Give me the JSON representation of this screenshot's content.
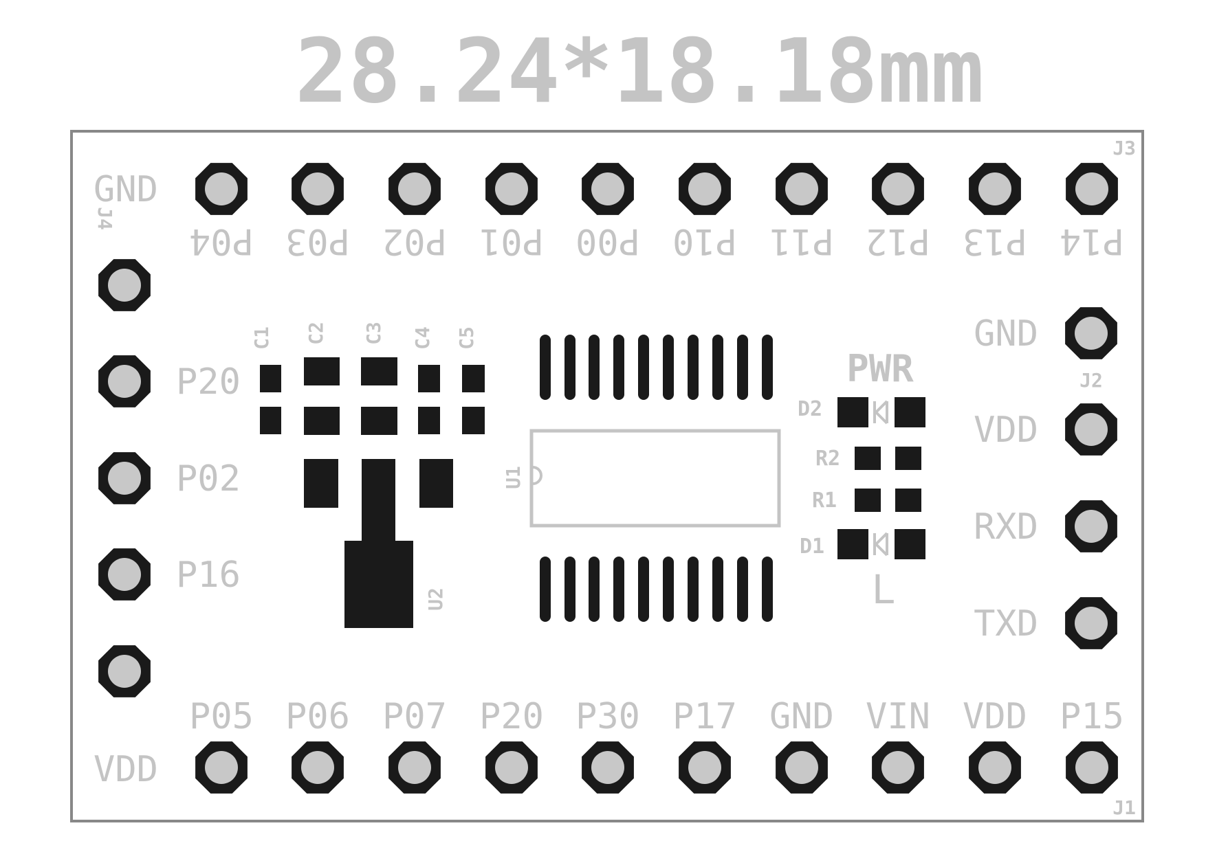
{
  "title": "28.24*18.18mm",
  "connectors": {
    "j1": "J1",
    "j2": "J2",
    "j3": "J3",
    "j4": "J4"
  },
  "top_row": {
    "left_label": "GND",
    "pins": [
      "P04",
      "P03",
      "P02",
      "P01",
      "P00",
      "P10",
      "P11",
      "P12",
      "P13",
      "P14"
    ]
  },
  "bottom_row": {
    "left_label": "VDD",
    "pins": [
      "P05",
      "P06",
      "P07",
      "P20",
      "P30",
      "P17",
      "GND",
      "VIN",
      "VDD",
      "P15"
    ]
  },
  "left_column": {
    "pins": [
      "",
      "P20",
      "P02",
      "P16",
      ""
    ]
  },
  "right_column": {
    "pins": [
      "GND",
      "VDD",
      "RXD",
      "TXD"
    ]
  },
  "components": {
    "c1": "C1",
    "c2": "C2",
    "c3": "C3",
    "c4": "C4",
    "c5": "C5",
    "u1": "U1",
    "u2": "U2",
    "d1": "D1",
    "d2": "D2",
    "r1": "R1",
    "r2": "R2",
    "pwr": "PWR",
    "l": "L"
  },
  "colors": {
    "silkscreen": "#c4c4c4",
    "pad": "#1a1a1a",
    "hole": "#c8c8c8",
    "board_outline": "#888888"
  }
}
